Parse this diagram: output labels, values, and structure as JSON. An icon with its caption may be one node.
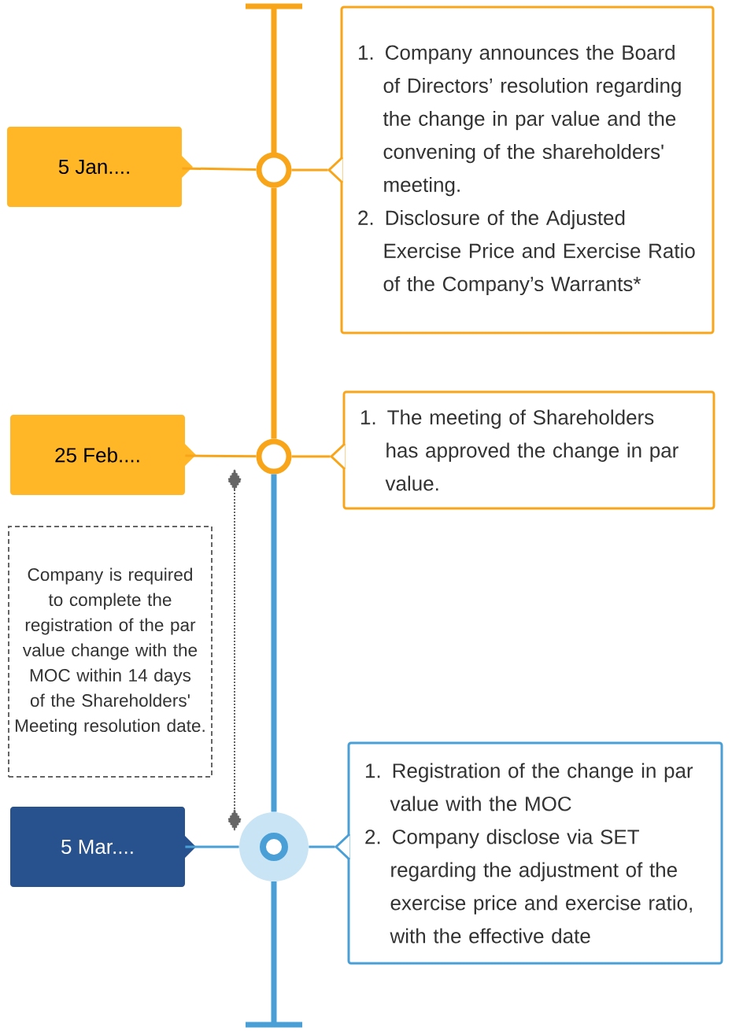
{
  "diagram": {
    "nodes": [
      {
        "text": [
          "5 Jan...."
        ]
      },
      {
        "text": [],
        "shape": "circle"
      },
      {
        "text": [
          "1. Company announces the Board of Directors’ resolution regarding the change in par value and the convening of the shareholders' meeting.",
          "2. Disclosure of the Adjusted Exercise Price and Exercise Ratio of the Company’s Warrants*"
        ]
      },
      {
        "text": [
          "25 Feb...."
        ]
      },
      {
        "text": [],
        "shape": "circle"
      },
      {
        "text": [
          "1. The meeting of Shareholders has approved the change in par value."
        ]
      },
      {
        "text": [
          "Company is required to complete the registration of the par value change with the MOC within 14 days of the Shareholders' Meeting resolution date."
        ]
      },
      {
        "text": [
          "5 Mar...."
        ]
      },
      {
        "text": [],
        "shape": "circle"
      },
      {
        "text": [
          "1. Registration of the change in par value with the MOC",
          "2. Company disclose via SET regarding the adjustment of the exercise price and exercise ratio, with the effective date"
        ]
      }
    ],
    "edges": [
      {
        "from": 0,
        "to": 1,
        "arrow": "none"
      },
      {
        "from": 1,
        "to": 2,
        "arrow": "none"
      },
      {
        "from": 1,
        "to": 4,
        "arrow": "none",
        "style": "thick"
      },
      {
        "from": 3,
        "to": 4,
        "arrow": "none"
      },
      {
        "from": 4,
        "to": 5,
        "arrow": "none"
      },
      {
        "from": 4,
        "to": 8,
        "arrow": "none",
        "style": "thick",
        "color": "#4a9fd6"
      },
      {
        "from": 7,
        "to": 8,
        "arrow": "none",
        "color": "#4a9fd6"
      },
      {
        "from": 8,
        "to": 9,
        "arrow": "none",
        "color": "#4a9fd6"
      }
    ]
  }
}
